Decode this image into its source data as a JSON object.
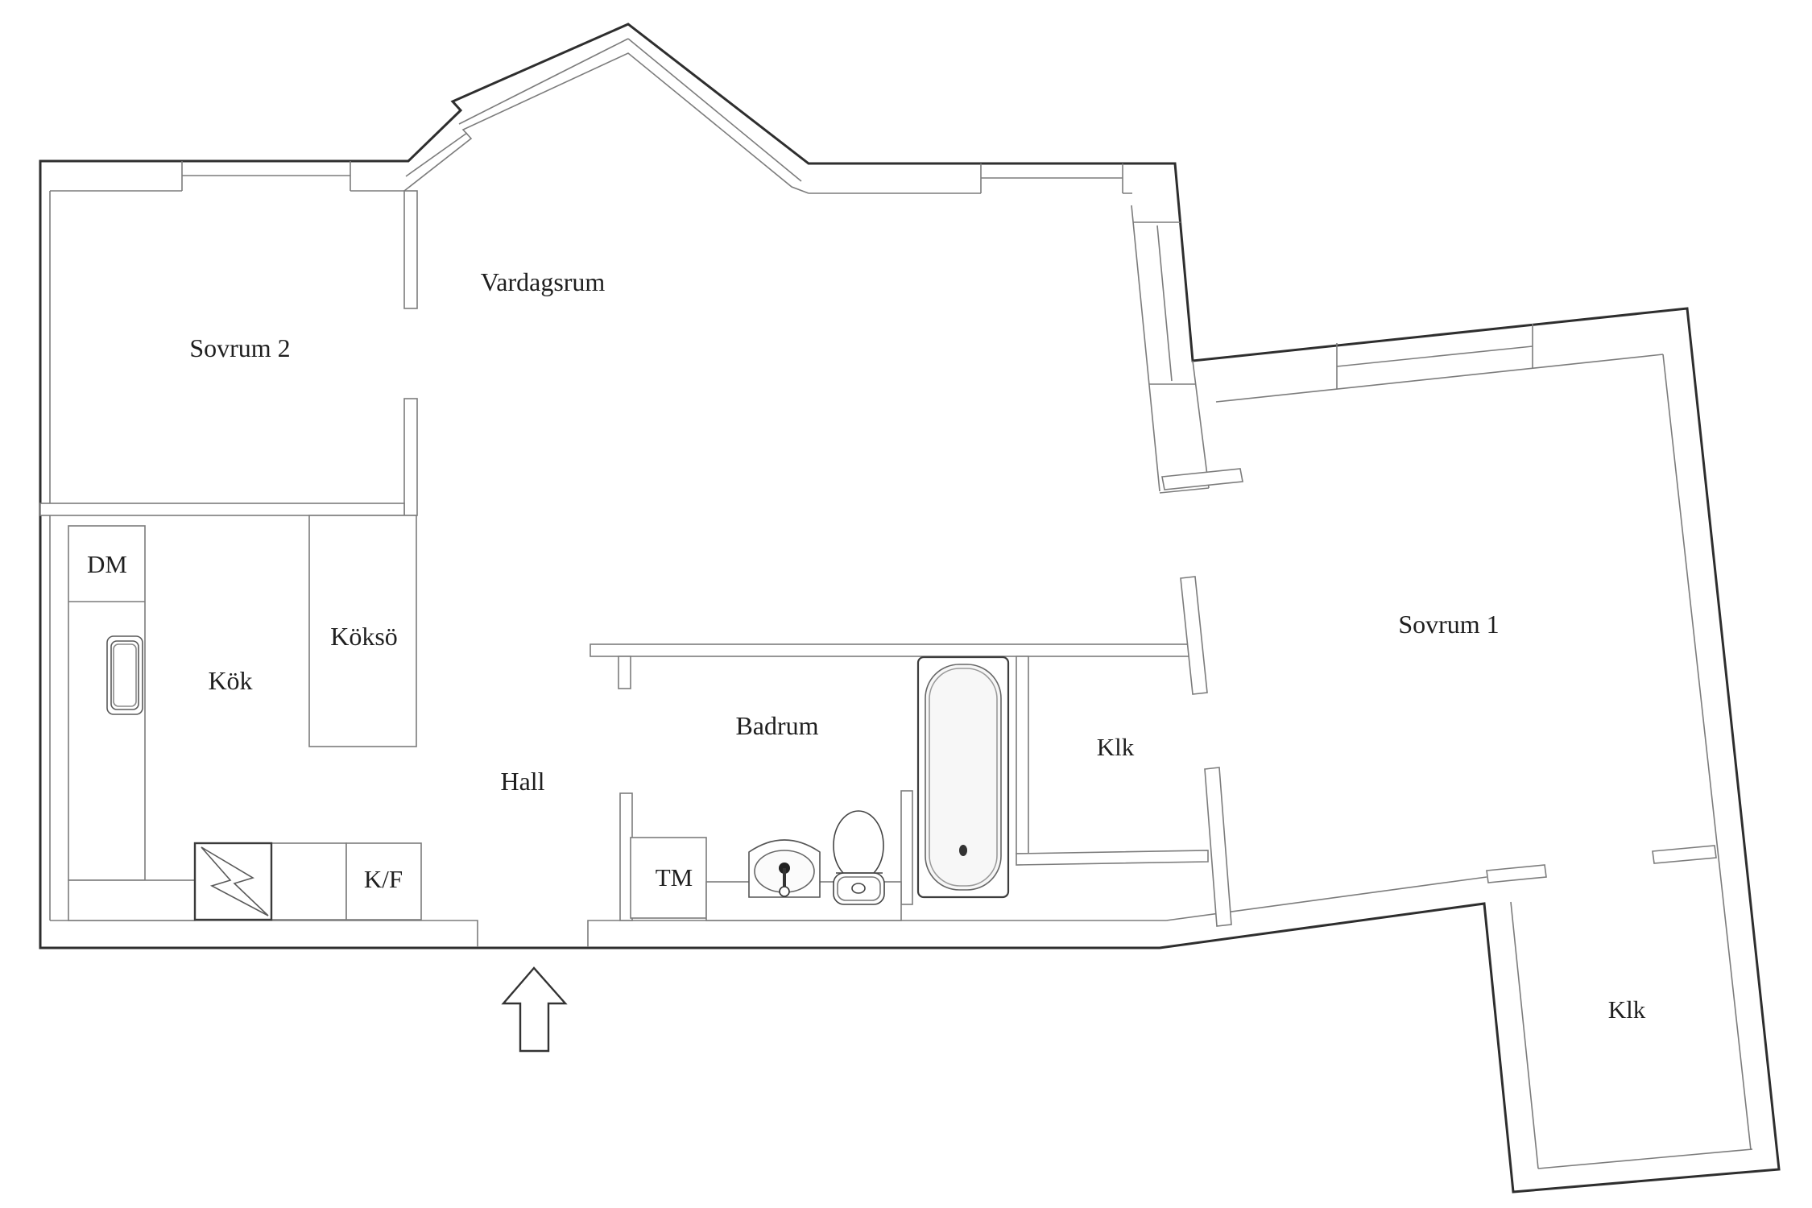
{
  "document": {
    "type": "apartment floor plan",
    "orientation_marker": "entry-arrow pointing up at main entrance on bottom wall"
  },
  "colors": {
    "background": "#ffffff",
    "wall_outer": "#2e2e2e",
    "wall_inner": "#7c7c7c",
    "fixture_line": "#5a5a5a",
    "text": "#1f1f1f"
  },
  "labels": {
    "sovrum2": "Sovrum 2",
    "vardagsrum": "Vardagsrum",
    "sovrum1": "Sovrum 1",
    "dm": "DM",
    "kok": "Kök",
    "kokso": "Köksö",
    "hall": "Hall",
    "badrum": "Badrum",
    "tm": "TM",
    "kf": "K/F",
    "klk_center": "Klk",
    "klk_south": "Klk"
  },
  "fixtures": {
    "bathtub": "bathtub with inner rim and drain",
    "toilet": "toilet with tank and flush button",
    "washbasin": "washbasin with oval bowl and tap",
    "kitchen_sink": "single-bowl kitchen sink in counter",
    "dishwasher": "DM = diskmaskin (dishwasher)",
    "washing_machine": "TM = tvättmaskin (washing machine)",
    "fridge_freezer": "K/F = kyl/frys (fridge/freezer)",
    "electrical_panel": "square with lightning bolt symbol",
    "entry_arrow": "entrance direction arrow"
  }
}
